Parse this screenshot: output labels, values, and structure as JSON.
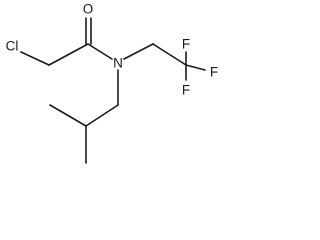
{
  "molecule": {
    "atoms": {
      "chlorine": "Cl",
      "oxygen": "O",
      "nitrogen": "N",
      "fluorine_1": "F",
      "fluorine_2": "F",
      "fluorine_3": "F"
    }
  }
}
